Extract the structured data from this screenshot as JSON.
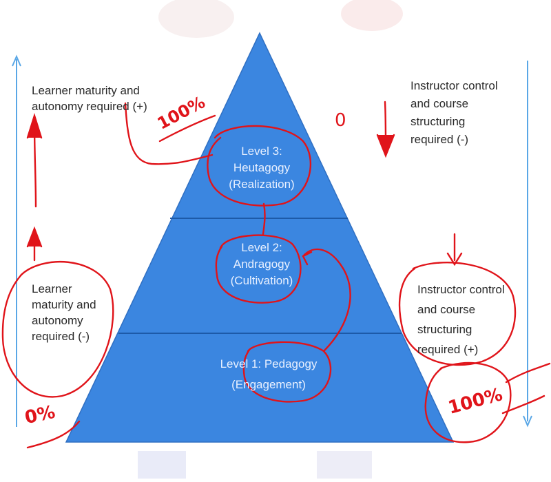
{
  "left_top_label": [
    "Learner maturity and",
    "autonomy required (+)"
  ],
  "left_bottom_label": [
    "Learner",
    "maturity and",
    "autonomy",
    "required (-)"
  ],
  "right_top_label": [
    "Instructor control",
    "and course",
    "structuring",
    "required (-)"
  ],
  "right_bottom_label": [
    "Instructor control",
    "and course",
    "structuring",
    "required (+)"
  ],
  "levels": [
    {
      "line1": "Level 3:",
      "line2": "Heutagogy",
      "line3": "(Realization)"
    },
    {
      "line1": "Level 2:",
      "line2": "Andragogy",
      "line3": "(Cultivation)"
    },
    {
      "line1": "Level 1: Pedagogy",
      "line2": "(Engagement)"
    }
  ],
  "annotations": {
    "top_left_percent": "100%",
    "top_right_zero": "0",
    "bottom_left_percent": "0%",
    "bottom_right_percent": "100%"
  },
  "colors": {
    "pyramid_fill": "#3b86e0",
    "pyramid_divider": "#1d5aa8",
    "side_arrow": "#5aa7e6",
    "annotation_red": "#e0141a",
    "text": "#2a2a2a"
  }
}
